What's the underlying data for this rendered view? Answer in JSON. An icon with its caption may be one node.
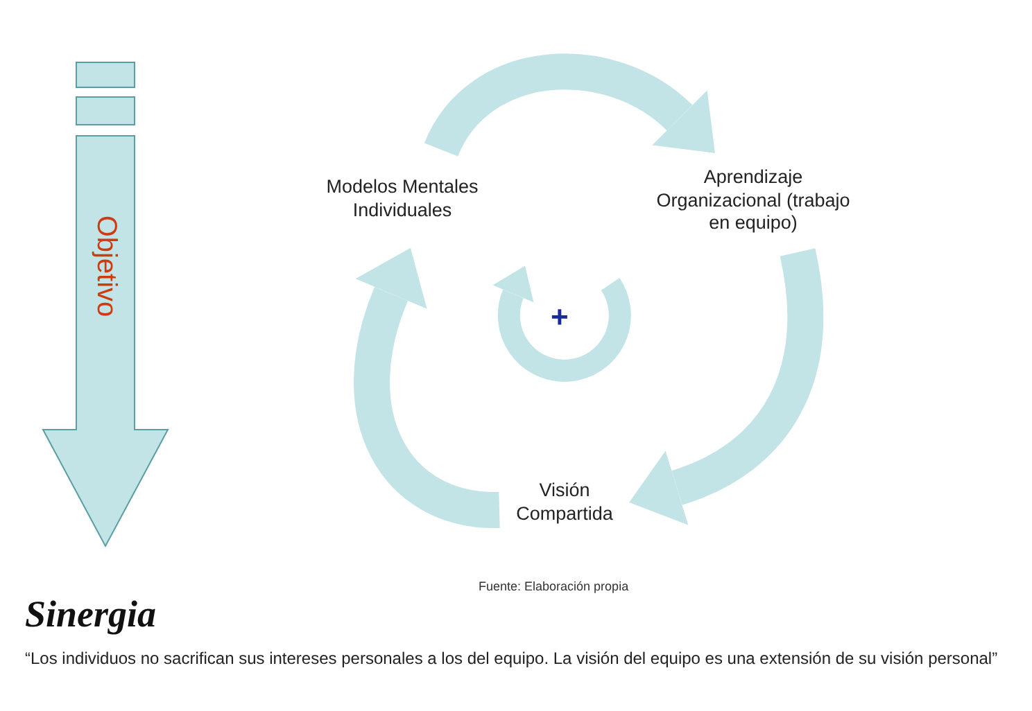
{
  "diagram": {
    "nodes": [
      {
        "text": [
          "Modelos Mentales Individuales"
        ]
      },
      {
        "text": [
          "Aprendizaje Organizacional (trabajo en equipo)"
        ]
      },
      {
        "text": [
          "Visión Compartida"
        ]
      },
      {
        "text": [
          "Objetivo"
        ]
      }
    ],
    "edges": [
      {
        "from": 0,
        "to": 1,
        "arrow": "to"
      },
      {
        "from": 1,
        "to": 2,
        "arrow": "to"
      },
      {
        "from": 2,
        "to": 0,
        "arrow": "to"
      }
    ],
    "labels": [
      "+",
      "Fuente: Elaboración propia",
      "Sinergia",
      "“Los individuos no sacrifican sus intereses personales a los del equipo. La visión del equipo es una extensión de su visión personal”"
    ]
  }
}
